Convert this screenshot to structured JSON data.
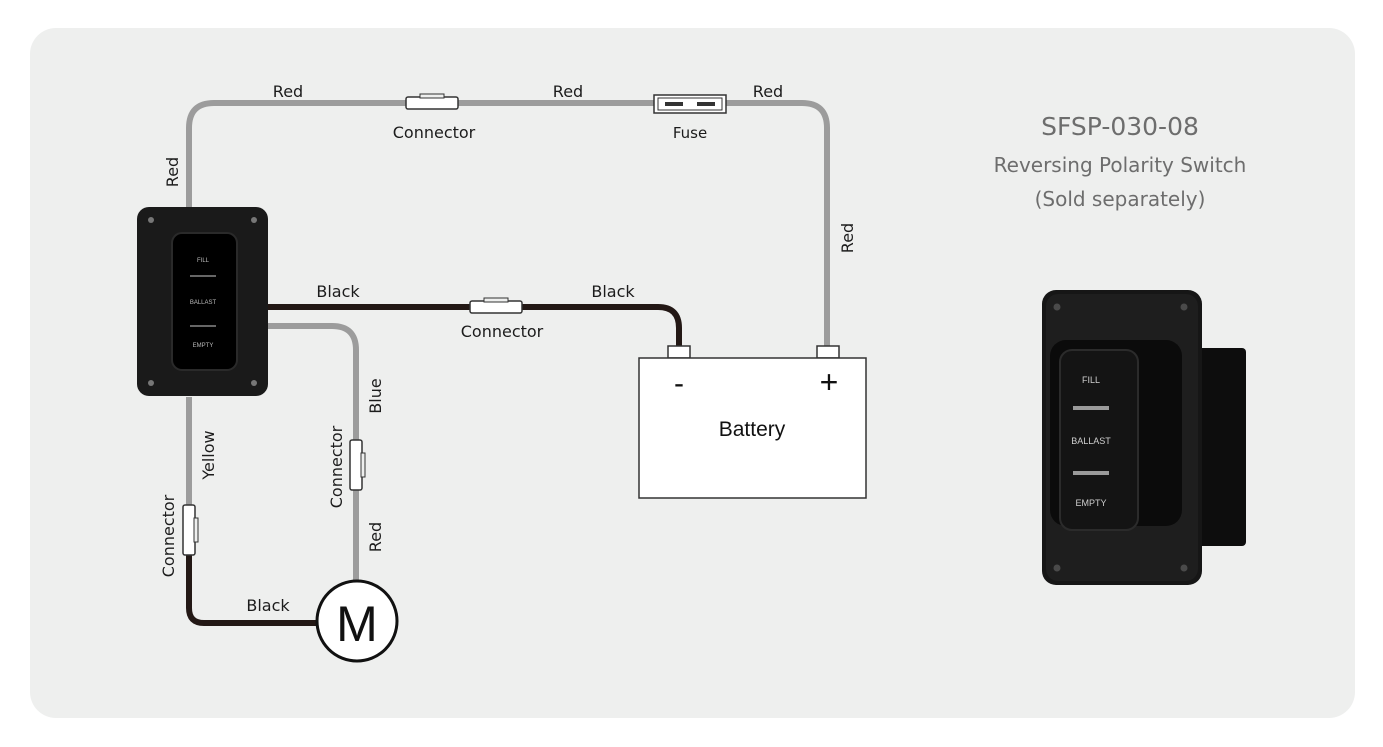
{
  "product": {
    "model": "SFSP-030-08",
    "name": "Reversing Polarity Switch",
    "note": "(Sold separately)"
  },
  "switch_labels": {
    "fill": "FILL",
    "ballast": "BALLAST",
    "empty": "EMPTY"
  },
  "battery": {
    "label": "Battery",
    "negative": "-",
    "positive": "+"
  },
  "motor": {
    "label": "M"
  },
  "wires": {
    "top_left": "Red",
    "top_mid": "Red",
    "top_right": "Red",
    "left_vertical": "Red",
    "right_vertical": "Red",
    "black_left": "Black",
    "black_right": "Black",
    "blue": "Blue",
    "yellow": "Yellow",
    "red_lower": "Red",
    "black_bottom": "Black"
  },
  "components": {
    "connector_top": "Connector",
    "fuse": "Fuse",
    "connector_black": "Connector",
    "connector_blue": "Connector",
    "connector_yellow": "Connector"
  },
  "colors": {
    "panel": "#eeefee",
    "gray_wire": "#9c9c9c",
    "black_wire": "#231815",
    "switch_body": "#1a1a1a"
  }
}
